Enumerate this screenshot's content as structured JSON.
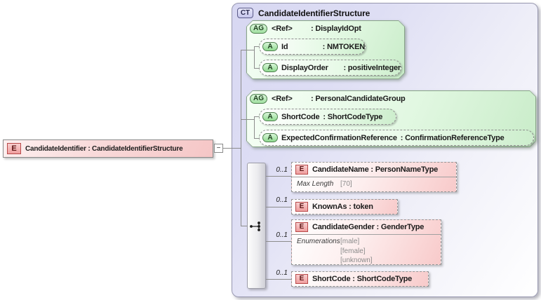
{
  "badges": {
    "complex_type": "CT",
    "attribute_group": "AG",
    "attribute": "A",
    "element": "E"
  },
  "root": {
    "label": "CandidateIdentifier : CandidateIdentifierStructure",
    "toggle": "−"
  },
  "complex_type": {
    "title": "CandidateIdentifierStructure"
  },
  "attribute_groups": [
    {
      "ref": "<Ref>",
      "type": ": DisplayIdOpt",
      "attributes": [
        {
          "name": "Id",
          "type": ": NMTOKEN"
        },
        {
          "name": "DisplayOrder",
          "type": ": positiveInteger"
        }
      ]
    },
    {
      "ref": "<Ref>",
      "type": ": PersonalCandidateGroup",
      "attributes": [
        {
          "name": "ShortCode",
          "type": ": ShortCodeType"
        },
        {
          "name": "ExpectedConfirmationReference",
          "type": ": ConfirmationReferenceType"
        }
      ]
    }
  ],
  "sequence": {
    "elements": [
      {
        "cardinality": "0..1",
        "label": "CandidateName : PersonNameType",
        "facet": {
          "name": "Max Length",
          "values": [
            "[70]"
          ]
        }
      },
      {
        "cardinality": "0..1",
        "label": "KnownAs : token"
      },
      {
        "cardinality": "0..1",
        "label": "CandidateGender : GenderType",
        "facet": {
          "name": "Enumerations",
          "values": [
            "[male]",
            "[female]",
            "[unknown]"
          ]
        }
      },
      {
        "cardinality": "0..1",
        "label": "ShortCode : ShortCodeType"
      }
    ]
  },
  "colors": {
    "element_accent": "#f5c6c6",
    "group_accent": "#cdeecd",
    "complex_type_accent": "#d7d7f2",
    "line": "#8c8c8c"
  }
}
